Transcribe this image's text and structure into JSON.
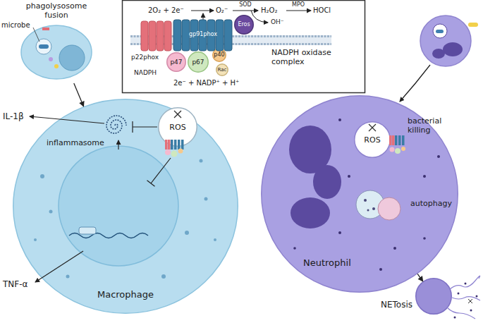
{
  "diagram": {
    "nodes": [
      {
        "text": [
          "NADPH oxidase complex"
        ]
      },
      {
        "text": [
          "Eros"
        ],
        "in": 0
      },
      {
        "text": [
          "p47"
        ],
        "in": 0
      },
      {
        "text": [
          "p67"
        ],
        "in": 0
      },
      {
        "text": [
          "p40"
        ],
        "in": 0
      },
      {
        "text": [
          "Rac"
        ],
        "in": 0
      },
      {
        "text": [
          "phagolysosome fusion"
        ]
      },
      {
        "text": [
          "Macrophage"
        ]
      },
      {
        "text": [
          "ROS"
        ],
        "in": 7
      },
      {
        "text": [
          "Neutrophil"
        ]
      },
      {
        "text": [
          "ROS"
        ],
        "in": 9
      },
      {
        "text": [
          "NETosis"
        ]
      }
    ],
    "edges": [
      {
        "from": 6,
        "to": 7,
        "arrow": "to"
      },
      {
        "from": 9,
        "to": 11,
        "arrow": "to"
      }
    ],
    "labels": [
      "microbe",
      "2O₂ + 2e⁻",
      "O₂⁻",
      "SOD",
      "H₂O₂",
      "MPO",
      "HOCl",
      "OH⁻",
      "p22phox",
      "gp91phox",
      "NADPH",
      "2e⁻ + NADP⁺ + H⁺",
      "IL-1β",
      "inflammasome",
      "TNF-α",
      "bacterial killing",
      "autophagy"
    ]
  }
}
